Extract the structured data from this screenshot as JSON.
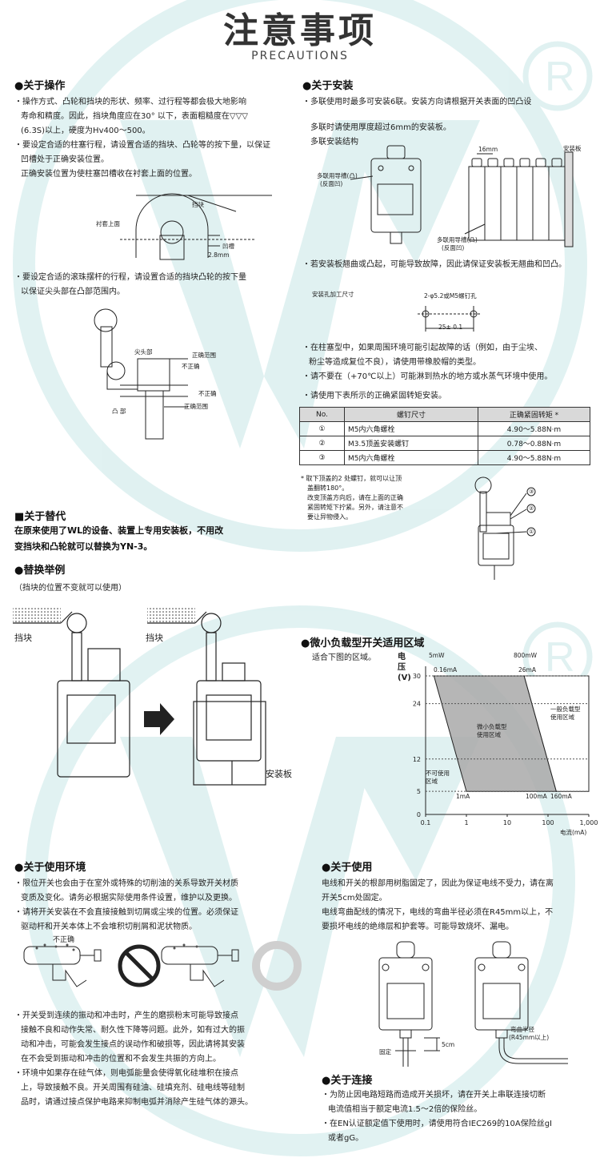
{
  "header": {
    "title": "注意事项",
    "subtitle": "PRECAUTIONS"
  },
  "colors": {
    "watermark": "#c8e7e7",
    "zone": "#a9a9a9",
    "table_header": "#d9d9d9"
  },
  "op": {
    "heading": "●关于操作",
    "b1a": "・操作方式、凸轮和挡块的形状、频率、过行程等都会极大地影响",
    "b1b": "寿命和精度。因此，挡块角度应在30° 以下，表面粗糙度在▽▽▽",
    "b1c": "(6.3S)以上，硬度为Hv400～500。",
    "b2a": "・要设定合适的柱塞行程，请设置合适的挡块、凸轮等的按下量，以保证",
    "b2b": "凹槽处于正确安装位置。",
    "b2c": "正确安装位置为使柱塞凹槽收在衬套上面的位置。",
    "d1_block": "挡块",
    "d1_bush": "衬套上面",
    "d1_groove": "凹槽",
    "d1_dim": "2.8mm",
    "b3a": "・要设定合适的滚珠摆杆的行程，请设置合适的挡块凸轮的按下量",
    "b3b": "以保证尖头部在凸部范围内。",
    "d2_tip": "尖头部",
    "d2_range1": "正确范围",
    "d2_wrong1": "不正确",
    "d2_wrong2": "不正确",
    "d2_range2": "正确范围",
    "d2_cam": "凸 部"
  },
  "inst": {
    "heading": "●关于安装",
    "b1": "・多联使用时最多可安装6联。安装方向请根据开关表面的凹凸设",
    "b1b": "多联时请使用厚度超过6mm的安装板。",
    "b1c": "多联安装结构",
    "d_guide1a": "多联用导槽(凸)",
    "d_guide1b": "(反面凹)",
    "d_16": "16mm",
    "d_plate": "安装板",
    "d_guide2a": "多联用导槽(凸)",
    "d_guide2b": "(反面凹)",
    "b2": "・若安装板翘曲或凸起，可能导致故障，因此请保证安装板无翘曲和凹凸。",
    "hole_title": "安装孔加工尺寸",
    "hole_screw": "2-φ5.2或M5螺钉孔",
    "hole_dim": "25± 0.1",
    "b3a": "・在柱塞型中，如果周围环境可能引起故障的话（例如，由于尘埃、",
    "b3b": "粉尘等造成复位不良），请使用带橡胶帽的类型。",
    "b4": "・请不要在（+70℃以上）可能淋到热水的地方或水蒸气环境中使用。",
    "b5": "・请使用下表所示的正确紧固转矩安装。",
    "table": {
      "headers": [
        "No.",
        "螺钉尺寸",
        "正确紧固转矩 *"
      ],
      "rows": [
        [
          "①",
          "M5内六角螺栓",
          "4.90～5.88N·m"
        ],
        [
          "②",
          "M3.5顶盖安装螺钉",
          "0.78～0.88N·m"
        ],
        [
          "③",
          "M5内六角螺栓",
          "4.90～5.88N·m"
        ]
      ]
    },
    "note1": "* 取下顶盖的2 处螺钉，就可以让顶",
    "note2": "盖翻转180°。",
    "note3": "改变顶盖方向后，请在上面的正确",
    "note4": "紧固转矩下拧紧。另外，请注意不",
    "note5": "要让异物侵入。",
    "c1": "①",
    "c2": "②",
    "c3": "③"
  },
  "repl": {
    "heading": "■关于替代",
    "t1": "在原来使用了WL的设备、装置上专用安装板，不用改",
    "t2": "变挡块和凸轮就可以替换为YN-3。",
    "ex_heading": "●替换举例",
    "ex_note": "（挡块的位置不变就可以使用）",
    "block1": "挡块",
    "block2": "挡块",
    "plate": "安装板"
  },
  "load": {
    "heading": "●微小负载型开关适用区域",
    "note": "适合下图的区域。",
    "ylabel": "电压(V)",
    "xlabel": "电流(mA)",
    "lbl_5mw": "5mW",
    "lbl_800mw": "800mW",
    "lbl_016": "0.16mA",
    "lbl_26": "26mA",
    "lbl_zone": "微小负载型",
    "lbl_zone2": "使用区域",
    "lbl_gen": "一般负载型",
    "lbl_gen2": "使用区域",
    "lbl_na": "不可使用",
    "lbl_na2": "区域",
    "lbl_1ma": "1mA",
    "lbl_100": "100mA",
    "lbl_160": "160mA"
  },
  "chart_data": {
    "type": "area",
    "xscale": "log",
    "xlim": [
      0.1,
      1000
    ],
    "ylim": [
      0,
      30
    ],
    "x_ticks": [
      "0.1",
      "1",
      "10",
      "100",
      "1,000"
    ],
    "y_ticks": [
      "0",
      "5",
      "12",
      "24",
      "30"
    ],
    "regions": [
      {
        "name": "微小负载型使用区域",
        "points": [
          [
            0.16,
            30
          ],
          [
            26,
            30
          ],
          [
            160,
            5
          ],
          [
            1,
            5
          ]
        ]
      },
      {
        "name": "一般负载型使用区域",
        "points": [
          [
            26,
            30
          ],
          [
            1000,
            30
          ],
          [
            1000,
            5
          ],
          [
            160,
            5
          ]
        ]
      }
    ]
  },
  "env": {
    "heading": "●关于使用环境",
    "b1a": "・限位开关也会由于在室外或特殊的切削油的关系导致开关材质",
    "b1b": "变质及变化。请务必根据实际使用条件设置，维护以及更换。",
    "b2a": "・请将开关安装在不会直接接触到切屑或尘埃的位置。必须保证",
    "b2b": "驱动杆和开关本体上不会堆积切削屑和泥状物质。",
    "wrong": "不正确",
    "b3a": "・开关受到连续的振动和冲击时，产生的磨损粉末可能导致接点",
    "b3b": "接触不良和动作失常、耐久性下降等问题。此外，如有过大的振",
    "b3c": "动和冲击，可能会发生接点的误动作和破损等，因此请将其安装",
    "b3d": "在不会受到振动和冲击的位置和不会发生共振的方向上。",
    "b4a": "・环境中如果存在硅气体，则电弧能量会使得氧化硅堆积在接点",
    "b4b": "上，导致接触不良。开关周围有硅油、硅填充剂、硅电线等硅制",
    "b4c": "品时，请通过接点保护电路来抑制电弧并消除产生硅气体的源头。"
  },
  "use": {
    "heading": "●关于使用",
    "t1": "电线和开关的根部用树脂固定了，因此为保证电线不受力，请在离",
    "t2": "开关5cm处固定。",
    "t3": "电线弯曲配线的情况下，电线的弯曲半径必须在R45mm以上，不",
    "t4": "要损坏电线的绝缘层和护套等。可能导致烧坏、漏电。",
    "fix": "固定",
    "d5": "5cm",
    "radius1": "弯曲半径",
    "radius2": "(R45mm以上)"
  },
  "conn": {
    "heading": "●关于连接",
    "t1": "・为防止因电路短路而造成开关损坏，请在开关上串联连接切断",
    "t2": "电流值相当于额定电流1.5～2倍的保险丝。",
    "t3": "・在EN认证额定值下使用时，请使用符合IEC269的10A保险丝gI",
    "t4": "或者gG。"
  }
}
